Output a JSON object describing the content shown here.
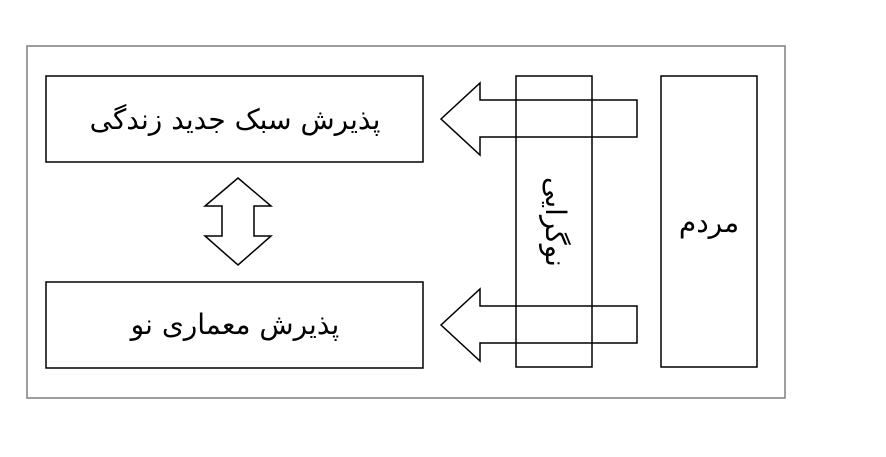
{
  "diagram": {
    "people_label": "مردم",
    "novelty_label": "نوگرایی",
    "top_box_label": "پذیرش سبک جدید زندگی",
    "bottom_box_label": "پذیرش معماری نو"
  },
  "colors": {
    "stroke": "#000000",
    "frame_stroke": "#7f7f7f",
    "background": "#ffffff"
  }
}
